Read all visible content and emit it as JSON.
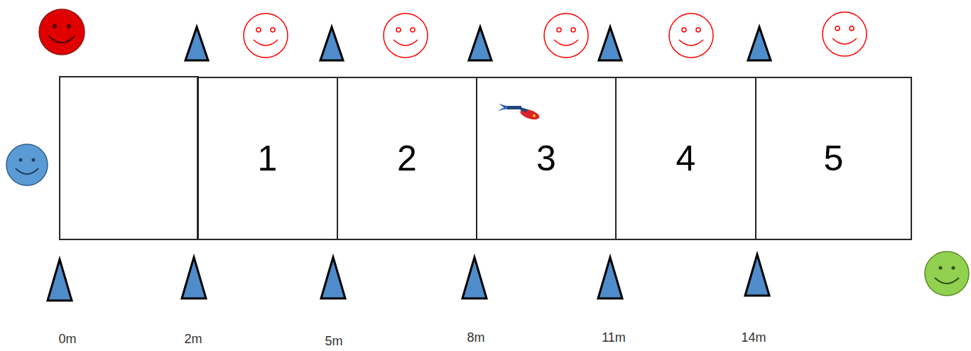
{
  "diagram": {
    "nodes": [
      {
        "text": [
          "1"
        ]
      },
      {
        "text": [
          "2"
        ]
      },
      {
        "text": [
          "3"
        ]
      },
      {
        "text": [
          "4"
        ]
      },
      {
        "text": [
          "5"
        ]
      }
    ],
    "labels": [
      "0m",
      "2m",
      "5m",
      "8m",
      "11m",
      "14m"
    ]
  }
}
